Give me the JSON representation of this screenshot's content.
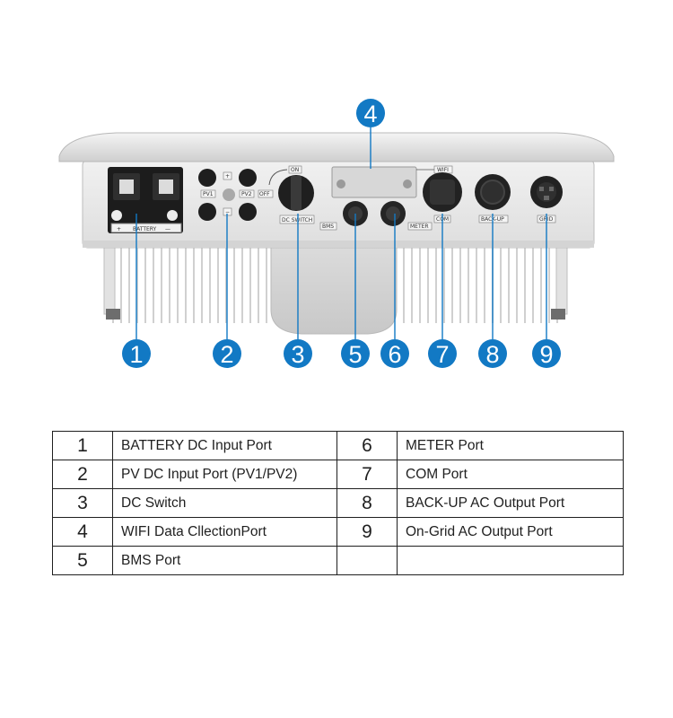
{
  "inverter": {
    "port_labels": {
      "battery": "BATTERY",
      "battery_plus": "+",
      "battery_minus": "—",
      "pv1": "PV1",
      "pv2": "PV2",
      "pv_plus": "+",
      "pv_minus": "−",
      "switch_on": "ON",
      "switch_off": "OFF",
      "dc_switch": "DC SWITCH",
      "wifi": "WIFI",
      "bms": "BMS",
      "meter": "METER",
      "com": "COM",
      "backup": "BACK-UP",
      "grid": "GRID"
    },
    "callouts": [
      "1",
      "2",
      "3",
      "4",
      "5",
      "6",
      "7",
      "8",
      "9"
    ],
    "callout_color": "#1279c4"
  },
  "legend": {
    "rows": [
      {
        "num_left": "1",
        "desc_left": "BATTERY DC Input Port",
        "num_right": "6",
        "desc_right": "METER Port"
      },
      {
        "num_left": "2",
        "desc_left": "PV DC Input Port (PV1/PV2)",
        "num_right": "7",
        "desc_right": "COM Port"
      },
      {
        "num_left": "3",
        "desc_left": "DC Switch",
        "num_right": "8",
        "desc_right": "BACK-UP AC Output Port"
      },
      {
        "num_left": "4",
        "desc_left": "WIFI Data CllectionPort",
        "num_right": "9",
        "desc_right": "On-Grid AC Output Port"
      },
      {
        "num_left": "5",
        "desc_left": "BMS Port",
        "num_right": "",
        "desc_right": ""
      }
    ]
  }
}
